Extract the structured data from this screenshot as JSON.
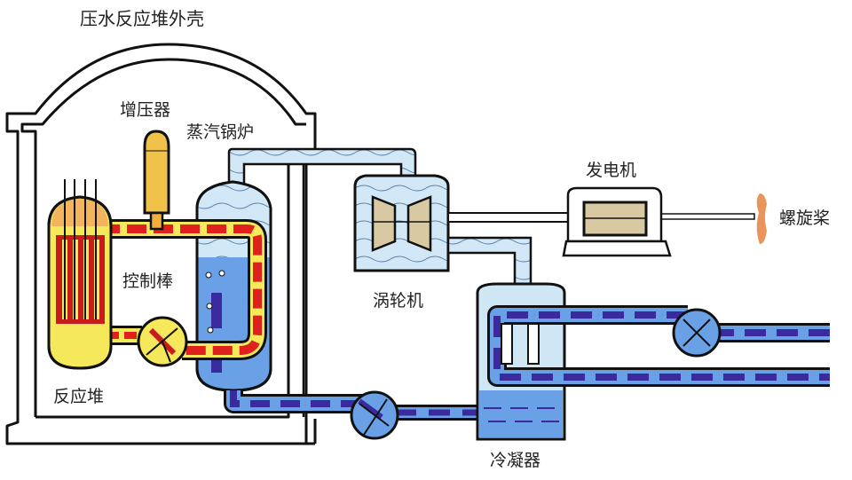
{
  "title": "压水反应堆外壳",
  "labels": {
    "pressurizer": "增压器",
    "steam_generator": "蒸汽锅炉",
    "control_rods": "控制棒",
    "reactor": "反应堆",
    "turbine": "涡轮机",
    "generator": "发电机",
    "propeller": "螺旋桨",
    "condenser": "冷凝器"
  },
  "colors": {
    "primary_hot": "#e0201c",
    "primary_fill": "#f5e85a",
    "reactor_head": "#f2b45c",
    "steam_light": "#cfe6f5",
    "water_blue": "#6aa0e6",
    "coolant_dash": "#3a2a9e",
    "rotor": "#d8c9a3",
    "propeller": "#e8945a"
  }
}
